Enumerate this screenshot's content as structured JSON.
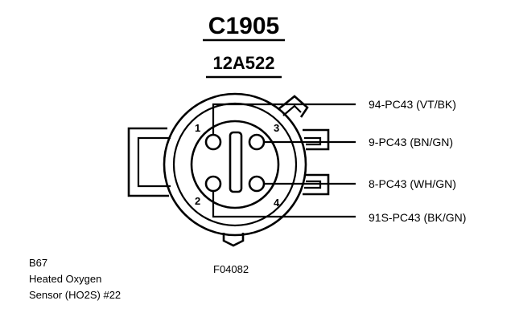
{
  "connector": {
    "id": "C1905",
    "part_number": "12A522",
    "figure_code": "F04082"
  },
  "component": {
    "code": "B67",
    "name_line1": "Heated Oxygen",
    "name_line2": "Sensor (HO2S) #22"
  },
  "pins": [
    {
      "number": "1",
      "circuit": "94-PC43 (VT/BK)"
    },
    {
      "number": "3",
      "circuit": "9-PC43 (BN/GN)"
    },
    {
      "number": "2",
      "circuit": "8-PC43 (WH/GN)"
    },
    {
      "number": "4",
      "circuit": "91S-PC43 (BK/GN)"
    }
  ]
}
